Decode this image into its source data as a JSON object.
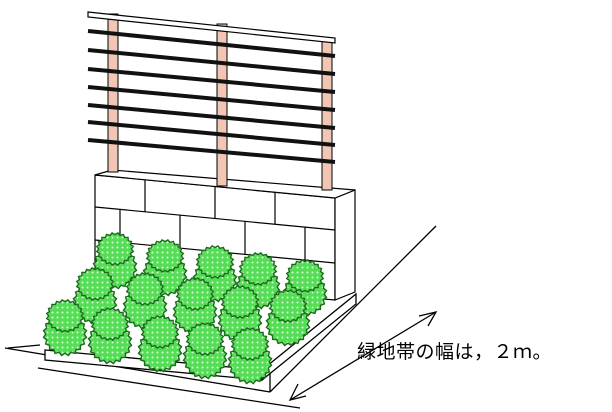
{
  "caption": {
    "text": "緑地帯の幅は，２ｍ。"
  },
  "colors": {
    "shrub_fill": "#55dd55",
    "shrub_outline": "#1d6b1d",
    "shrub_dots": "#d9ffd9",
    "post": "#f2c6b5",
    "rail": "#111111",
    "line": "#000000"
  },
  "shrubs": {
    "count": 15
  },
  "fence": {
    "rails": 7,
    "posts": 3
  }
}
